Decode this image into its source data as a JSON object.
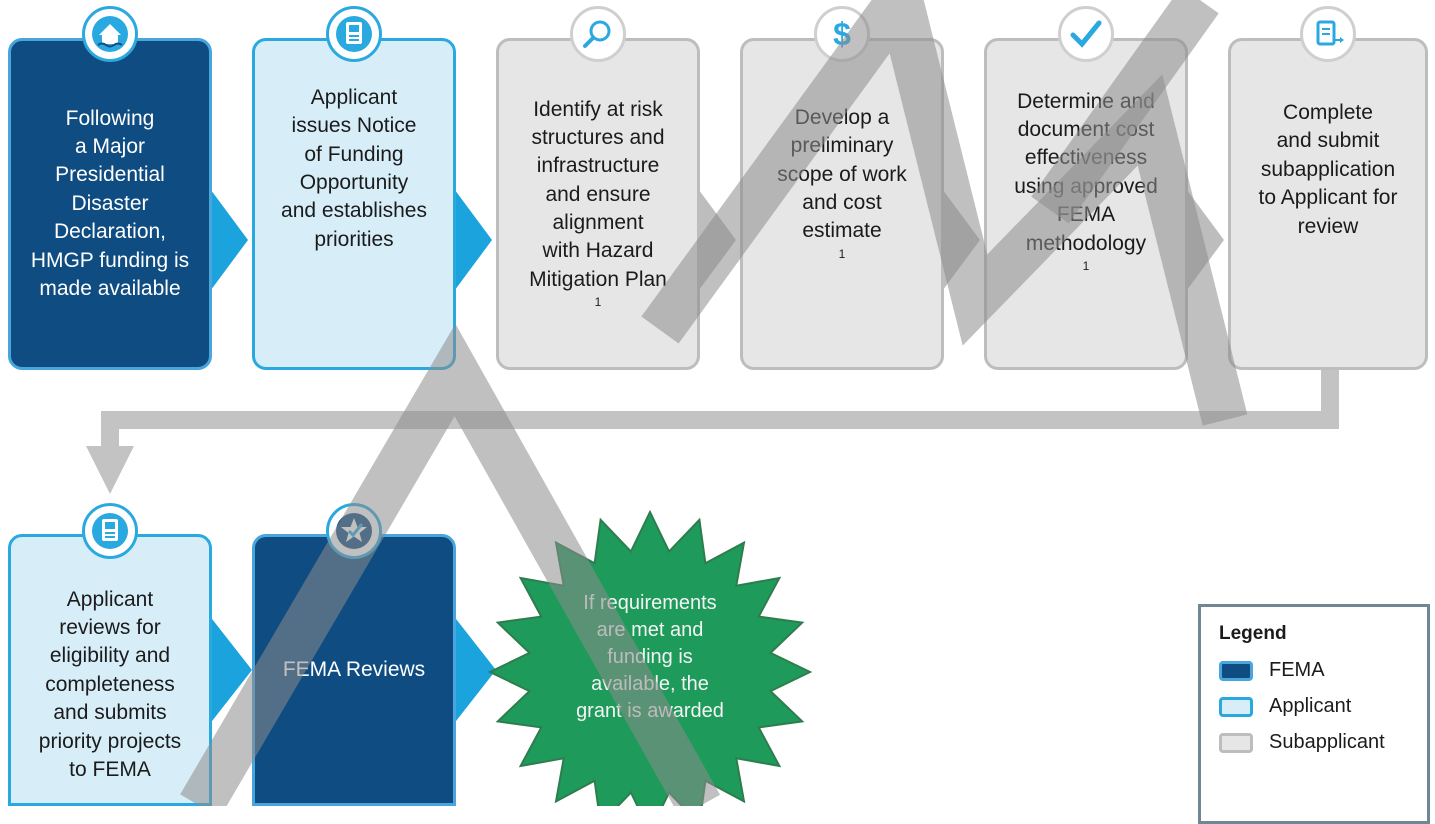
{
  "steps_row1": [
    {
      "lines": [
        "Following",
        "a Major",
        "Presidential",
        "Disaster",
        "Declaration,",
        "HMGP funding is",
        "made available"
      ],
      "actor": "FEMA",
      "icon": "house-flood-icon"
    },
    {
      "lines": [
        "Applicant",
        "issues Notice",
        "of Funding",
        "Opportunity",
        "and establishes",
        "priorities"
      ],
      "actor": "Applicant",
      "icon": "document-icon"
    },
    {
      "lines": [
        "Identify at risk",
        "structures and",
        "infrastructure",
        "and ensure",
        "alignment",
        "with Hazard",
        "Mitigation Plan"
      ],
      "sup": "1",
      "actor": "Subapplicant",
      "icon": "magnifier-icon"
    },
    {
      "lines": [
        "Develop a",
        "preliminary",
        "scope of work",
        "and cost",
        "estimate"
      ],
      "sup": "1",
      "actor": "Subapplicant",
      "icon": "dollar-icon"
    },
    {
      "lines": [
        "Determine and",
        "document cost",
        "effectiveness",
        "using approved",
        "FEMA",
        "methodology"
      ],
      "sup": "1",
      "actor": "Subapplicant",
      "icon": "checkmark-icon"
    },
    {
      "lines": [
        "Complete",
        "and submit",
        "subapplication",
        "to Applicant for",
        "review"
      ],
      "actor": "Subapplicant",
      "icon": "submit-form-icon"
    }
  ],
  "steps_row2": [
    {
      "lines": [
        "Applicant",
        "reviews for",
        "eligibility and",
        "completeness",
        "and submits",
        "priority projects",
        "to FEMA"
      ],
      "actor": "Applicant",
      "icon": "document-icon"
    },
    {
      "lines": [
        "FEMA Reviews"
      ],
      "actor": "FEMA",
      "icon": "star-check-icon"
    }
  ],
  "award": {
    "lines": [
      "If requirements",
      "are met and",
      "funding is",
      "available, the",
      "grant is awarded"
    ],
    "color": "#1e9a5a"
  },
  "legend": {
    "title": "Legend",
    "items": [
      {
        "label": "FEMA",
        "fill": "#0f4c81",
        "border": "#49a6dd"
      },
      {
        "label": "Applicant",
        "fill": "#d7eef9",
        "border": "#2aa9e0"
      },
      {
        "label": "Subapplicant",
        "fill": "#e6e6e6",
        "border": "#bdbdbd"
      }
    ]
  },
  "watermark": "SAMPLE",
  "colors": {
    "arrow_blue": "#1aa3dd",
    "arrow_gray": "#bdbdbd",
    "connector_gray": "#c3c3c3"
  }
}
